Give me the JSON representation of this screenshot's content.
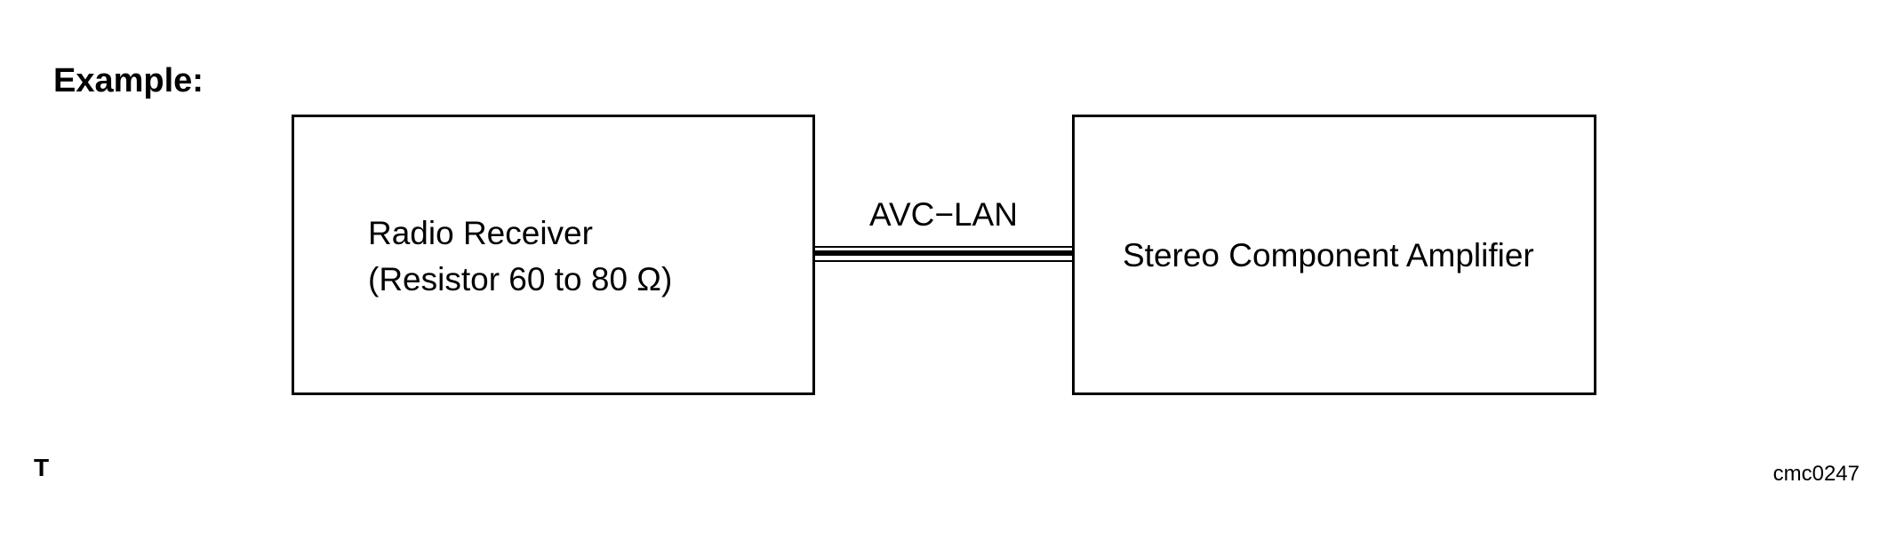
{
  "heading": "Example:",
  "left_box": {
    "line1": "Radio Receiver",
    "line2": "(Resistor 60 to 80 Ω)"
  },
  "right_box": {
    "label": "Stereo Component Amplifier"
  },
  "connection": {
    "label": "AVC−LAN"
  },
  "corner_mark": "T",
  "figure_id": "cmc0247"
}
